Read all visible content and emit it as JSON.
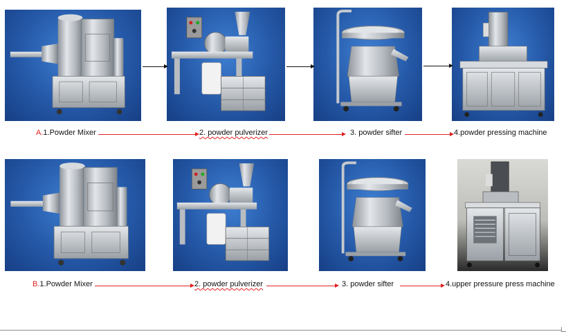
{
  "row_a": {
    "prefix": "A.",
    "steps": [
      "1.Powder Mixer",
      "2. powder pulverizer",
      "3. powder sifter",
      "4.powder pressing machine"
    ]
  },
  "row_b": {
    "prefix": "B.",
    "steps": [
      "1.Powder Mixer",
      "2. powder pulverizer",
      "3. powder sifter",
      "4.upper pressure press machine"
    ]
  },
  "colors": {
    "arrow": "#e02020",
    "photo_background": "#2559a8",
    "steel": "#c9cdd2"
  }
}
